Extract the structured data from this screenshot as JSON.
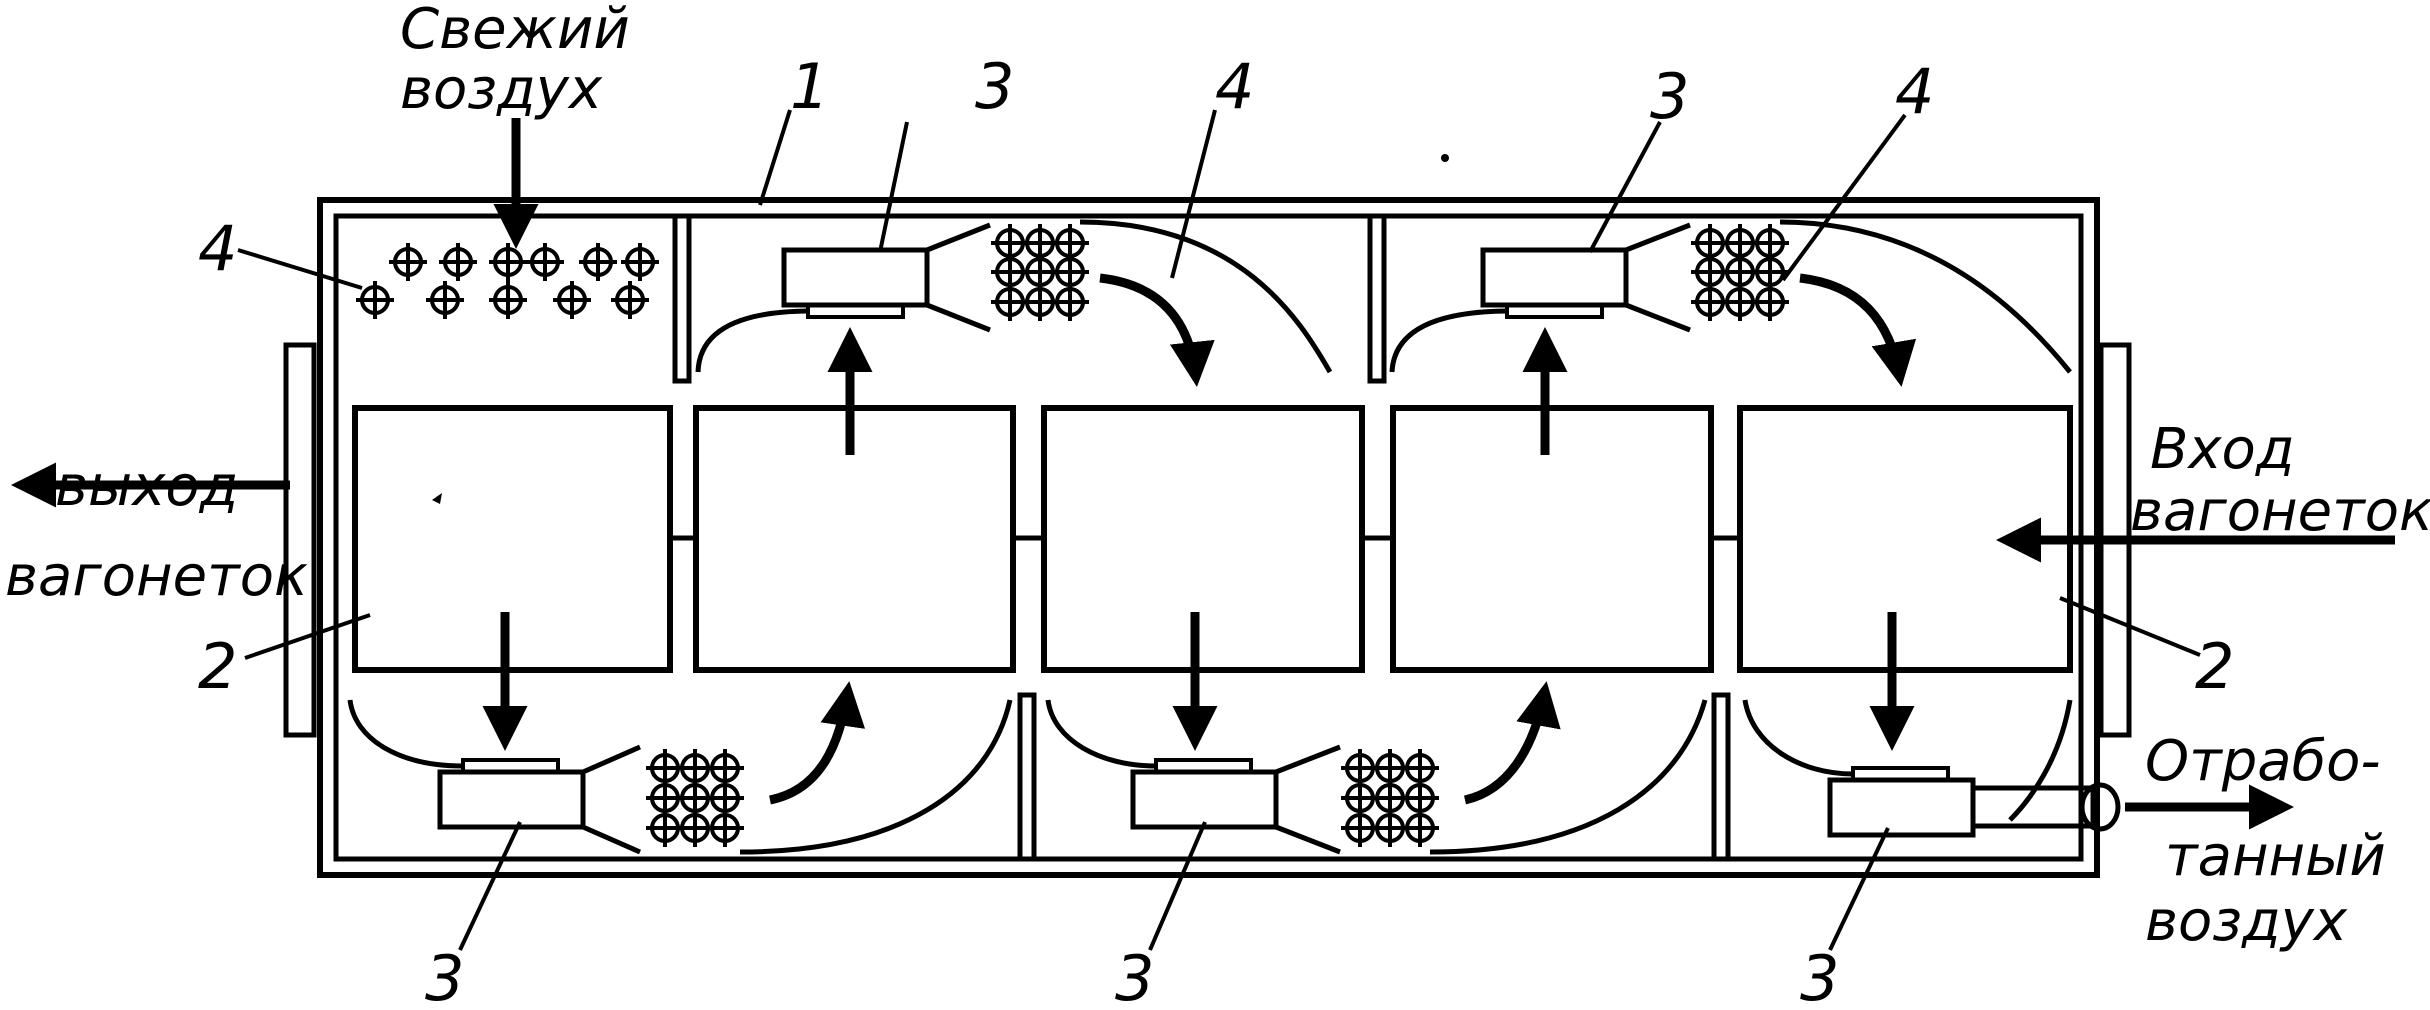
{
  "labels": {
    "fresh_air_line1": "Свежий",
    "fresh_air_line2": "воздух",
    "exit_line1": "выход",
    "exit_line2": "вагонеток",
    "entry_line1": "Вход",
    "entry_line2": "вагонеток",
    "exhaust_line1": "Отрабо-",
    "exhaust_line2": "танный",
    "exhaust_line3": "воздух"
  },
  "numbers": {
    "shell": "1",
    "cart": "2",
    "fan": "3",
    "heater": "4"
  },
  "colors": {
    "ink": "#000000",
    "background": "#ffffff"
  }
}
